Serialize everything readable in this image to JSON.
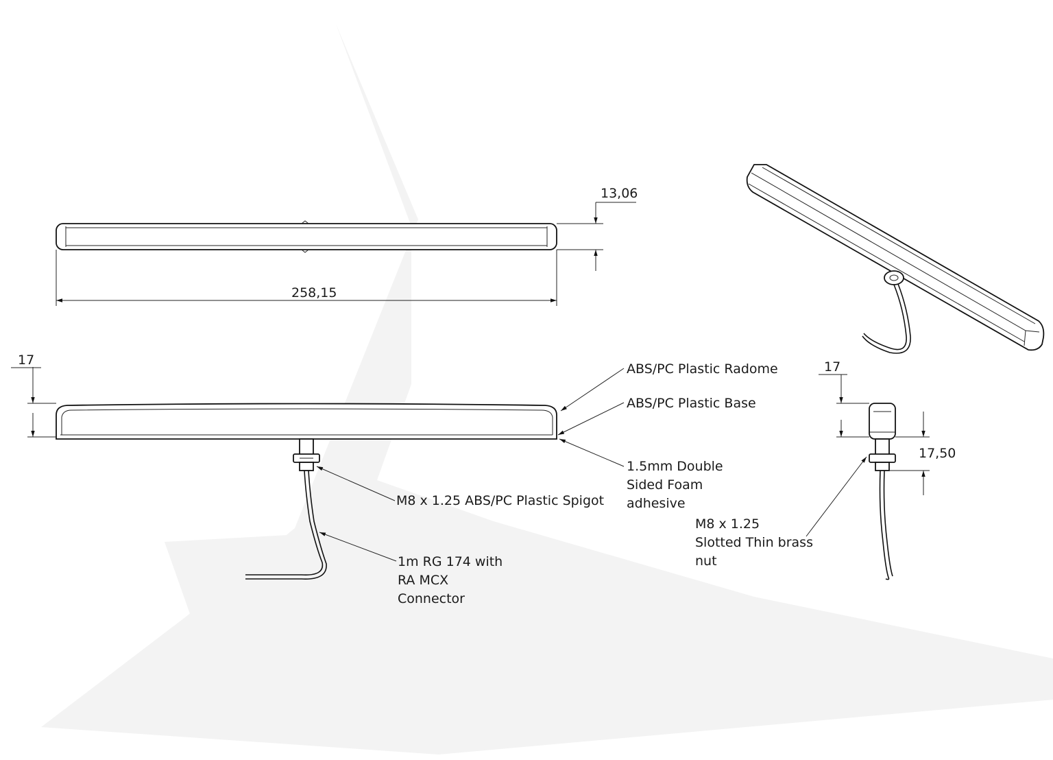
{
  "dimensions": {
    "top_height": "13,06",
    "top_length": "258,15",
    "front_height": "17",
    "side_height": "17",
    "side_stud": "17,50"
  },
  "callouts": {
    "radome": "ABS/PC Plastic Radome",
    "base": "ABS/PC Plastic Base",
    "foam_l1": "1.5mm Double",
    "foam_l2": "Sided Foam",
    "foam_l3": "adhesive",
    "spigot": "M8 x 1.25 ABS/PC Plastic Spigot",
    "cable_l1": "1m RG 174  with",
    "cable_l2": "RA MCX",
    "cable_l3": "Connector",
    "nut_l1": "M8 x 1.25",
    "nut_l2": "Slotted Thin brass",
    "nut_l3": "nut"
  }
}
